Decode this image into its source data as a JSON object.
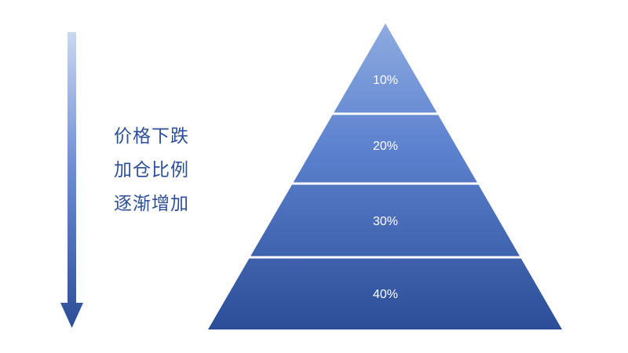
{
  "caption": {
    "lines": [
      "价格下跌",
      "加仓比例",
      "逐渐增加"
    ]
  },
  "pyramid": {
    "tiers": [
      {
        "label": "10%"
      },
      {
        "label": "20%"
      },
      {
        "label": "30%"
      },
      {
        "label": "40%"
      }
    ]
  },
  "colors": {
    "text": "#2d4f97",
    "gradient_top": "#8eabe0",
    "gradient_bottom": "#2c4d97",
    "separator": "#ffffff"
  }
}
